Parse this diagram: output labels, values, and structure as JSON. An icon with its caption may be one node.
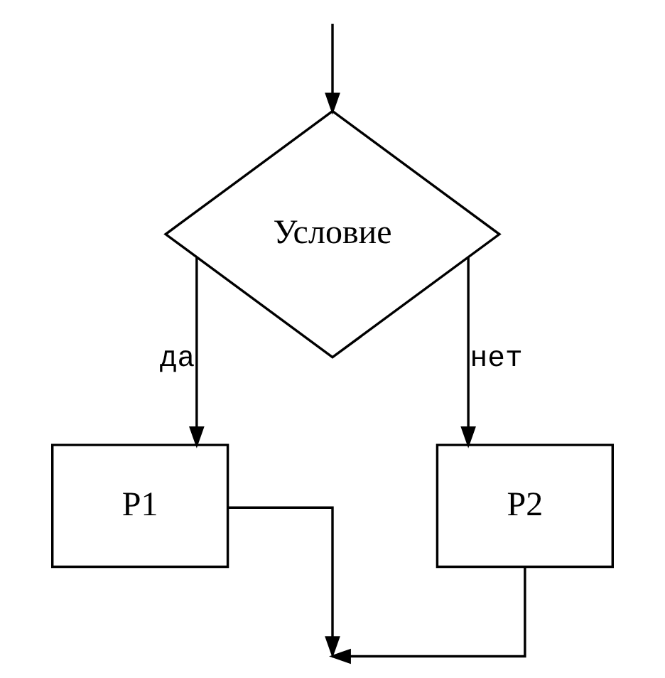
{
  "diagram": {
    "nodes": [
      {
        "text": [
          "Условие"
        ]
      },
      {
        "text": [
          "P1"
        ]
      },
      {
        "text": [
          "P2"
        ]
      }
    ],
    "edges": [
      {
        "from": null,
        "to": 0,
        "arrow": "to"
      },
      {
        "from": 0,
        "to": 1,
        "arrow": "to",
        "label": "да"
      },
      {
        "from": 0,
        "to": 2,
        "arrow": "to",
        "label": "нет"
      },
      {
        "from": 1,
        "to": null,
        "arrow": "to"
      },
      {
        "from": 2,
        "to": null,
        "arrow": "to"
      }
    ]
  }
}
